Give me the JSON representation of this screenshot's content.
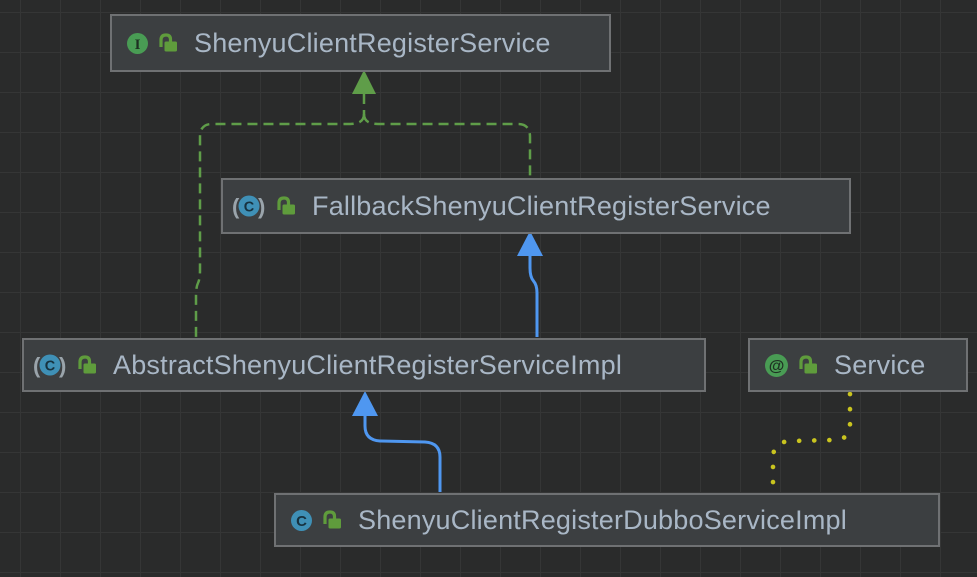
{
  "diagram": {
    "kind": "uml-class-diagram",
    "colors": {
      "background": "#2a2b2b",
      "grid_line": "#353636",
      "node_fill": "#3c3f41",
      "node_border": "#6f7173",
      "label_text": "#a9b7c6",
      "interface_icon_green": "#499c54",
      "annotation_icon_green": "#499c54",
      "class_icon_teal": "#3f90b6",
      "lock_green": "#5f9c3c",
      "realization_edge_green": "#5f9d49",
      "inheritance_edge_blue": "#4f97f0",
      "annotation_edge_yellow": "#c9c41f"
    },
    "icons": {
      "interface_letter": "I",
      "class_letter": "C",
      "annotation_symbol": "@",
      "paren_open": "(",
      "paren_close": ")"
    }
  },
  "nodes": [
    {
      "id": "shenyu-client-register-service",
      "label": "ShenyuClientRegisterService",
      "kind": "interface",
      "type_icon": "interface-icon",
      "modifier_icon": "lock-open-icon"
    },
    {
      "id": "fallback-shenyu-client-register-service",
      "label": "FallbackShenyuClientRegisterService",
      "kind": "abstract-class",
      "type_icon": "abstract-class-icon",
      "modifier_icon": "lock-open-icon"
    },
    {
      "id": "abstract-shenyu-client-register-service-impl",
      "label": "AbstractShenyuClientRegisterServiceImpl",
      "kind": "abstract-class",
      "type_icon": "abstract-class-icon",
      "modifier_icon": "lock-open-icon"
    },
    {
      "id": "service-annotation",
      "label": "Service",
      "kind": "annotation",
      "type_icon": "annotation-icon",
      "modifier_icon": "lock-open-icon"
    },
    {
      "id": "shenyu-client-register-dubbo-service-impl",
      "label": "ShenyuClientRegisterDubboServiceImpl",
      "kind": "class",
      "type_icon": "class-icon",
      "modifier_icon": "lock-open-icon"
    }
  ],
  "edges": [
    {
      "id": "realization-to-interface",
      "type": "realization",
      "style": "dashed",
      "color": "#5f9d49",
      "from": [
        "AbstractShenyuClientRegisterServiceImpl",
        "FallbackShenyuClientRegisterService"
      ],
      "to": "ShenyuClientRegisterService"
    },
    {
      "id": "inheritance-abstract-extends-fallback",
      "type": "inheritance",
      "style": "solid",
      "color": "#4f97f0",
      "from": "AbstractShenyuClientRegisterServiceImpl",
      "to": "FallbackShenyuClientRegisterService"
    },
    {
      "id": "inheritance-dubbo-extends-abstract",
      "type": "inheritance",
      "style": "solid",
      "color": "#4f97f0",
      "from": "ShenyuClientRegisterDubboServiceImpl",
      "to": "AbstractShenyuClientRegisterServiceImpl"
    },
    {
      "id": "annotated-with-service",
      "type": "annotation-dependency",
      "style": "dotted",
      "color": "#c9c41f",
      "from": "ShenyuClientRegisterDubboServiceImpl",
      "to": "Service"
    }
  ]
}
